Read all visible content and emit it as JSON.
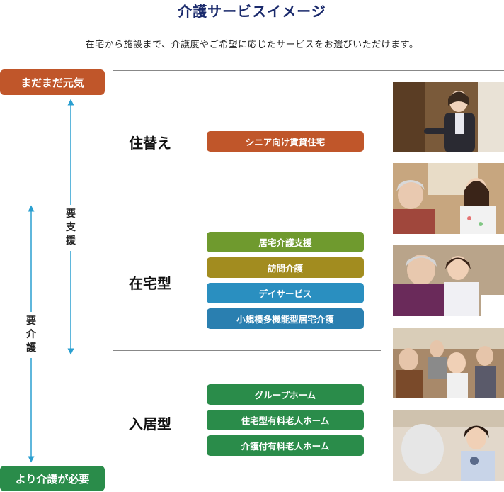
{
  "header": {
    "title": "介護サービスイメージ",
    "subtitle": "在宅から施設まで、介護度やご希望に応じたサービスをお選びいただけます。"
  },
  "stages": {
    "top": "まだまだ元気",
    "bottom": "より介護が必要"
  },
  "scale": {
    "support_label": "要支援",
    "care_label": "要介護"
  },
  "categories": [
    {
      "label": "住替え",
      "services": [
        {
          "label": "シニア向け賃貸住宅",
          "color": "#c0562a"
        }
      ]
    },
    {
      "label": "在宅型",
      "services": [
        {
          "label": "居宅介護支援",
          "color": "#6f9a2e"
        },
        {
          "label": "訪問介護",
          "color": "#a28c1f"
        },
        {
          "label": "デイサービス",
          "color": "#2a8fc0"
        },
        {
          "label": "小規模多機能型居宅介護",
          "color": "#2a7fb0"
        }
      ]
    },
    {
      "label": "入居型",
      "services": [
        {
          "label": "グループホーム",
          "color": "#2a8c4a"
        },
        {
          "label": "住宅型有料老人ホーム",
          "color": "#2a8c4a"
        },
        {
          "label": "介護付有料老人ホーム",
          "color": "#2a8c4a"
        }
      ]
    }
  ],
  "photos": [
    {
      "name": "photo-staff-greeting"
    },
    {
      "name": "photo-caregiver-conversation"
    },
    {
      "name": "photo-caregiver-hug"
    },
    {
      "name": "photo-group-activity"
    },
    {
      "name": "photo-caregiver-smiling"
    }
  ],
  "colors": {
    "title": "#1a2a6c",
    "arrow": "#2a9fd0",
    "stage_top": "#c0562a",
    "stage_bottom": "#2a8c4a"
  }
}
